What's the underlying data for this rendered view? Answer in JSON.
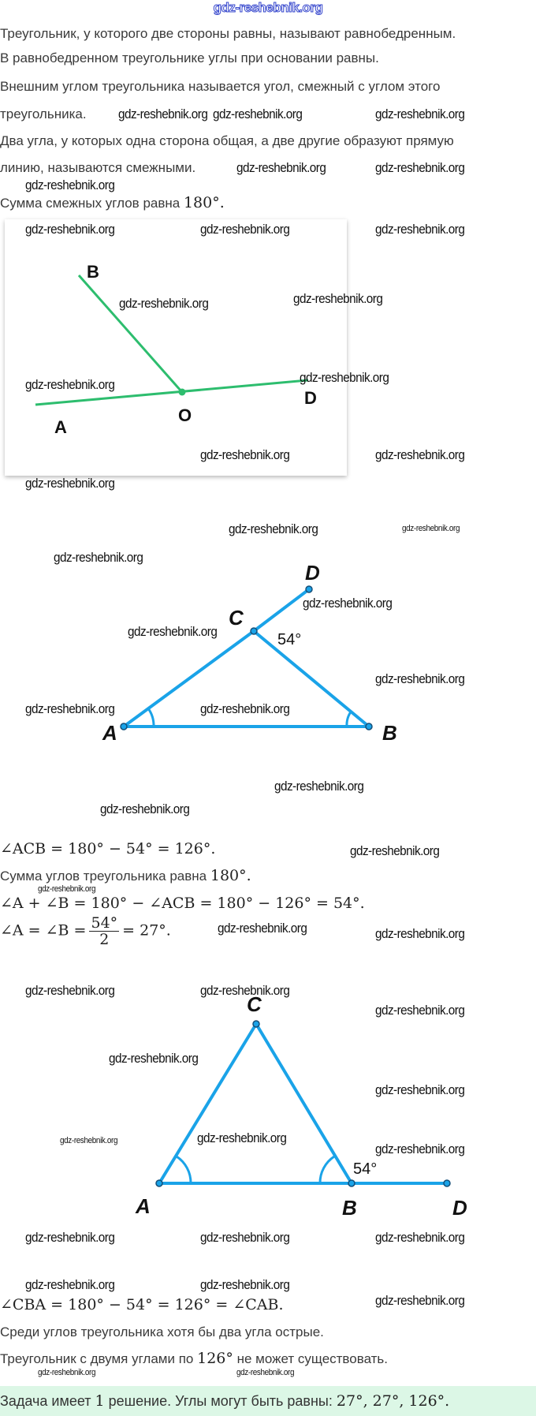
{
  "watermark": "gdz-reshebnik.org",
  "theory": [
    "Треугольник, у которого две стороны равны, называют равнобедренным.",
    "В равнобедренном треугольнике углы при основании равны.",
    "Внешним углом треугольника называется угол, смежный с углом этого",
    "треугольника.",
    "Два угла, у которых одна сторона общая, а две другие образуют прямую",
    "линию, называются смежными.",
    "Сумма смежных углов равна"
  ],
  "theory_value": "180°.",
  "figure1": {
    "labels": {
      "A": "A",
      "B": "B",
      "O": "O",
      "D": "D"
    },
    "color": "#2dbd6e"
  },
  "figure2": {
    "labels": {
      "A": "A",
      "B": "B",
      "C": "C",
      "D": "D"
    },
    "angle": "54°",
    "color": "#1aa3e8"
  },
  "solution1": {
    "eq1": "∠ACB = 180° − 54° = 126°.",
    "text1": "Сумма углов треугольника равна",
    "text1_value": "180°.",
    "eq2": "∠A + ∠B = 180° − ∠ACB = 180° − 126° = 54°.",
    "eq3_left": "∠A = ∠B =",
    "eq3_num": "54°",
    "eq3_den": "2",
    "eq3_right": "= 27°."
  },
  "figure3": {
    "labels": {
      "A": "A",
      "B": "B",
      "C": "C",
      "D": "D"
    },
    "angle": "54°",
    "color": "#1aa3e8"
  },
  "solution2": {
    "eq1": "∠CBA = 180° − 54° = 126° = ∠CAB.",
    "text1": "Среди углов треугольника хотя бы два угла острые.",
    "text2_a": "Треугольник с двумя углами по",
    "text2_value": "126°",
    "text2_b": "не может существовать."
  },
  "answer": {
    "text_a": "Задача имеет",
    "count": "1",
    "text_b": "решение. Углы могут быть равны:",
    "values": "27°,  27°,  126°."
  }
}
